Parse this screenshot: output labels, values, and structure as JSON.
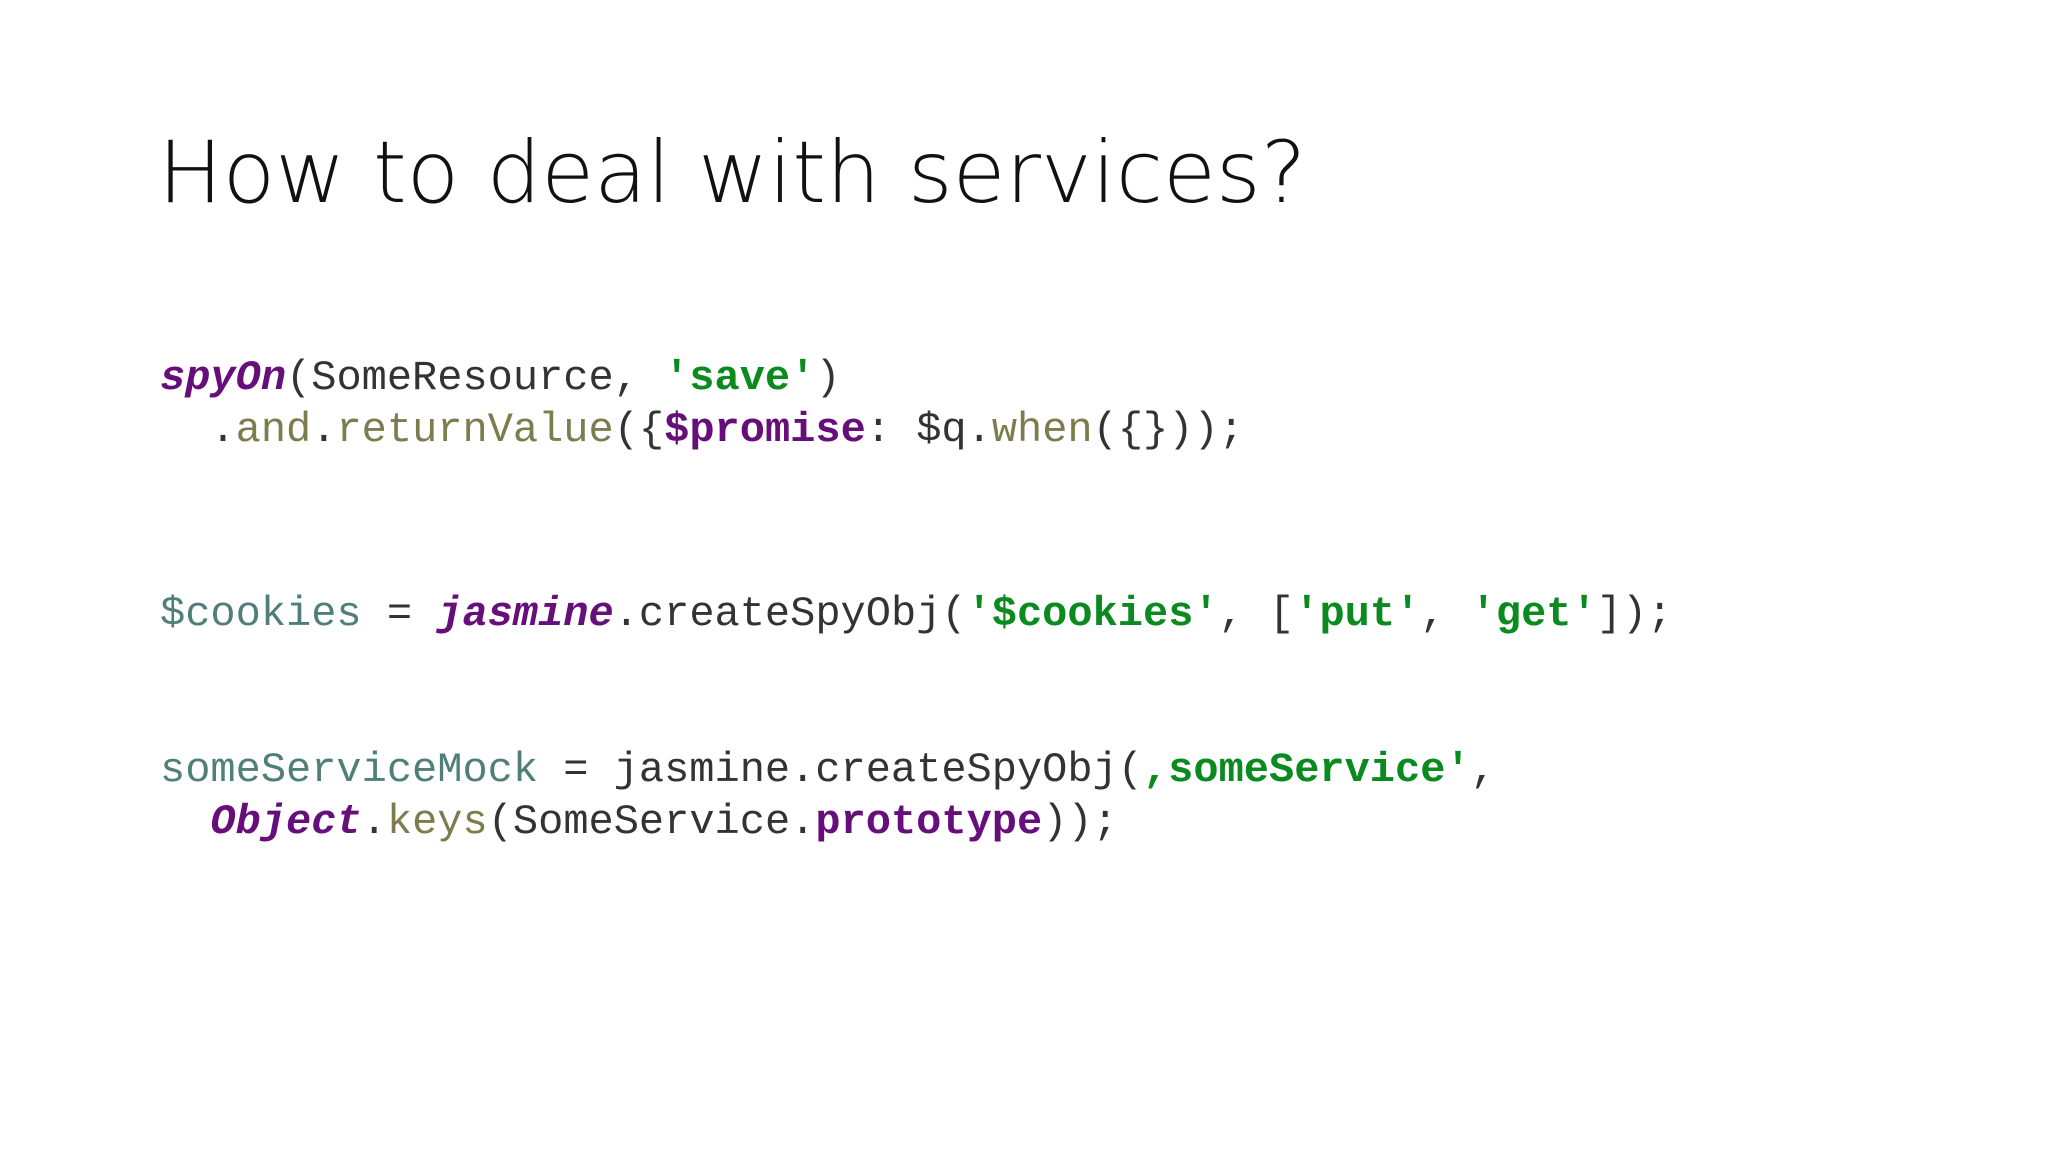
{
  "slide": {
    "title": "How to deal with services?"
  },
  "colors": {
    "plain": "#333333",
    "keyword_purple": "#660e7a",
    "string_green": "#0a8a1f",
    "method_olive": "#7c7c4e",
    "variable_teal": "#4f7f78"
  },
  "code_blocks": [
    {
      "lines": [
        [
          {
            "text": "spyOn",
            "style": "purple-bold-italic"
          },
          {
            "text": "(SomeResource, ",
            "style": "plain"
          },
          {
            "text": "'save'",
            "style": "green-bold"
          },
          {
            "text": ")",
            "style": "plain"
          }
        ],
        [
          {
            "text": "  .",
            "style": "plain"
          },
          {
            "text": "and",
            "style": "olive"
          },
          {
            "text": ".",
            "style": "plain"
          },
          {
            "text": "returnValue",
            "style": "olive"
          },
          {
            "text": "({",
            "style": "plain"
          },
          {
            "text": "$promise",
            "style": "purple-bold"
          },
          {
            "text": ": $q.",
            "style": "plain"
          },
          {
            "text": "when",
            "style": "olive"
          },
          {
            "text": "({}));",
            "style": "plain"
          }
        ]
      ]
    },
    {
      "lines": [
        [
          {
            "text": "$cookies",
            "style": "teal"
          },
          {
            "text": " = ",
            "style": "plain"
          },
          {
            "text": "jasmine",
            "style": "purple-bold-italic"
          },
          {
            "text": ".createSpyObj(",
            "style": "plain"
          },
          {
            "text": "'$cookies'",
            "style": "green-bold"
          },
          {
            "text": ", [",
            "style": "plain"
          },
          {
            "text": "'put'",
            "style": "green-bold"
          },
          {
            "text": ", ",
            "style": "plain"
          },
          {
            "text": "'get'",
            "style": "green-bold"
          },
          {
            "text": "]);",
            "style": "plain"
          }
        ]
      ]
    },
    {
      "lines": [
        [
          {
            "text": "someServiceMock",
            "style": "teal"
          },
          {
            "text": " = jasmine.createSpyObj(",
            "style": "plain"
          },
          {
            "text": ",someService'",
            "style": "green-bold"
          },
          {
            "text": ",",
            "style": "plain"
          }
        ],
        [
          {
            "text": "  ",
            "style": "plain"
          },
          {
            "text": "Object",
            "style": "purple-bold-italic"
          },
          {
            "text": ".",
            "style": "plain"
          },
          {
            "text": "keys",
            "style": "olive"
          },
          {
            "text": "(SomeService.",
            "style": "plain"
          },
          {
            "text": "prototype",
            "style": "purple-bold"
          },
          {
            "text": "));",
            "style": "plain"
          }
        ]
      ]
    }
  ]
}
